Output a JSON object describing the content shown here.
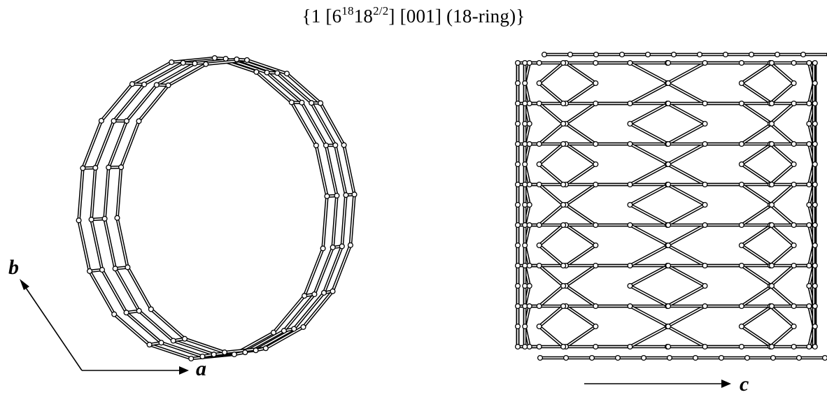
{
  "title": {
    "prefix": "{1 [6",
    "sup1": "18",
    "mid": "18",
    "sup2": "2/2",
    "suffix": "] [001] (18-ring)}"
  },
  "axes": {
    "a": "a",
    "b": "b",
    "c": "c"
  },
  "views": [
    {
      "name": "view-along-c",
      "description_none": ""
    },
    {
      "name": "view-along-b",
      "description_none": ""
    }
  ]
}
